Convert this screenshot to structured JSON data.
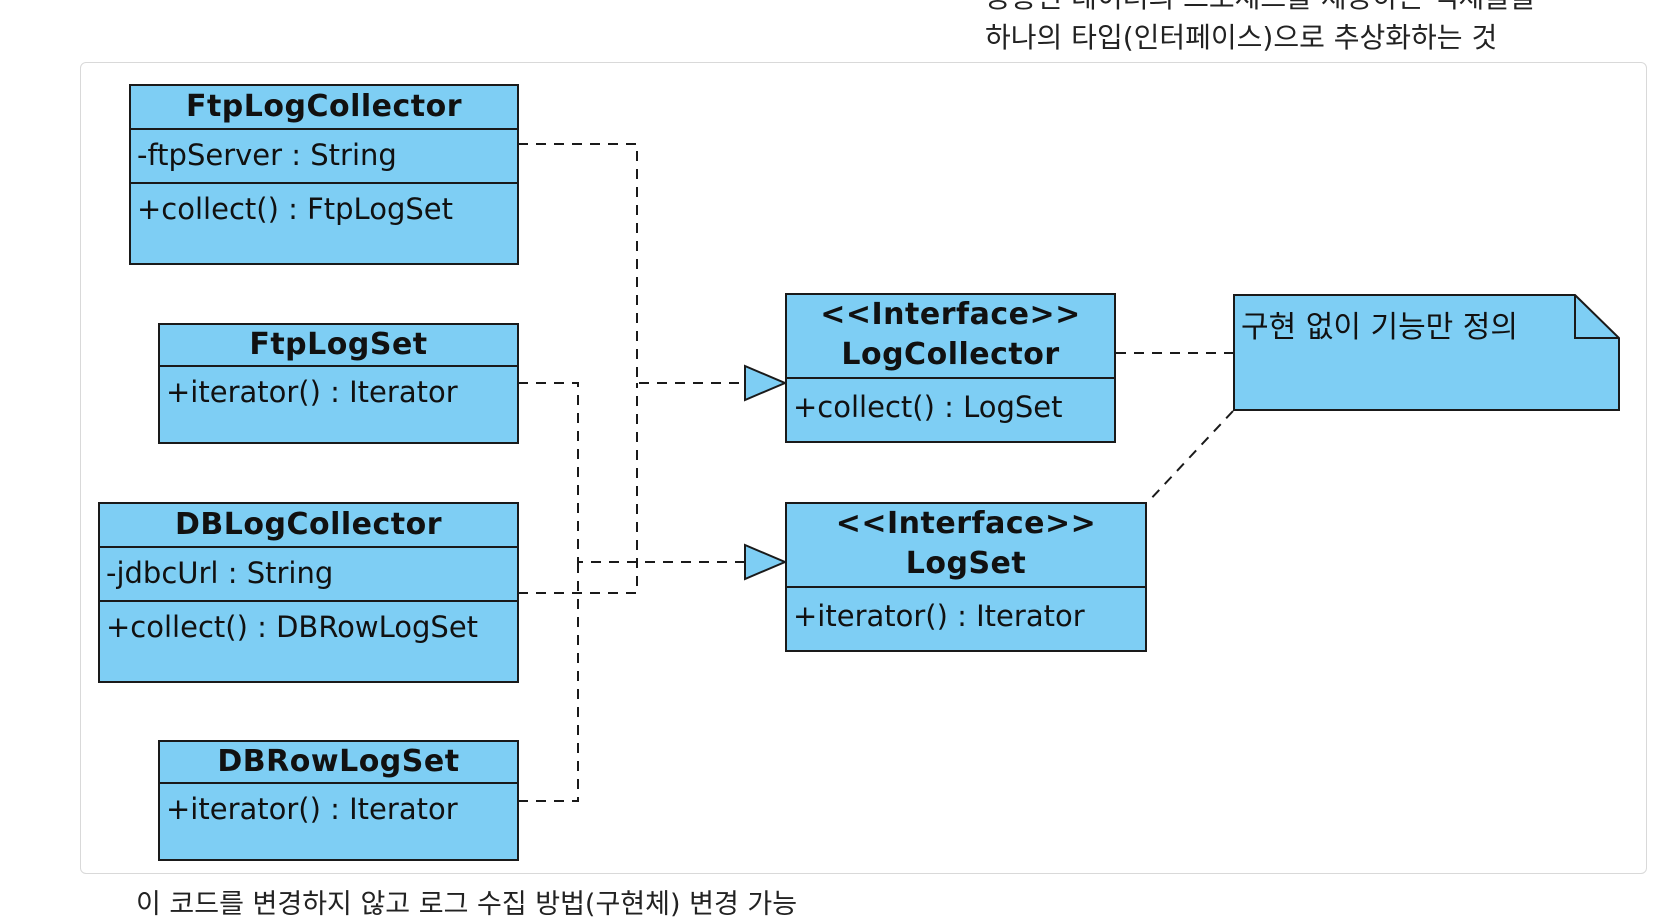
{
  "top_note": {
    "line1": "공통된 데이터의 프로세스를 제공하는 객체들을",
    "line2": "하나의 타입(인터페이스)으로 추상화하는 것"
  },
  "bottom_note": "이 코드를 변경하지 않고 로그 수집 방법(구현체) 변경 가능",
  "classes": {
    "ftp_log_collector": {
      "name": "FtpLogCollector",
      "attribute": "-ftpServer : String",
      "operation": "+collect() : FtpLogSet"
    },
    "ftp_log_set": {
      "name": "FtpLogSet",
      "operation": "+iterator() : Iterator"
    },
    "db_log_collector": {
      "name": "DBLogCollector",
      "attribute": "-jdbcUrl : String",
      "operation": "+collect() : DBRowLogSet"
    },
    "db_row_log_set": {
      "name": "DBRowLogSet",
      "operation": "+iterator() : Iterator"
    },
    "log_collector": {
      "stereotype": "<<Interface>>",
      "name": "LogCollector",
      "operation": "+collect() : LogSet"
    },
    "log_set": {
      "stereotype": "<<Interface>>",
      "name": "LogSet",
      "operation": "+iterator() : Iterator"
    }
  },
  "note": {
    "text": "구현 없이 기능만 정의"
  },
  "colors": {
    "class_fill": "#7ecef4",
    "border": "#1a1a1a"
  }
}
